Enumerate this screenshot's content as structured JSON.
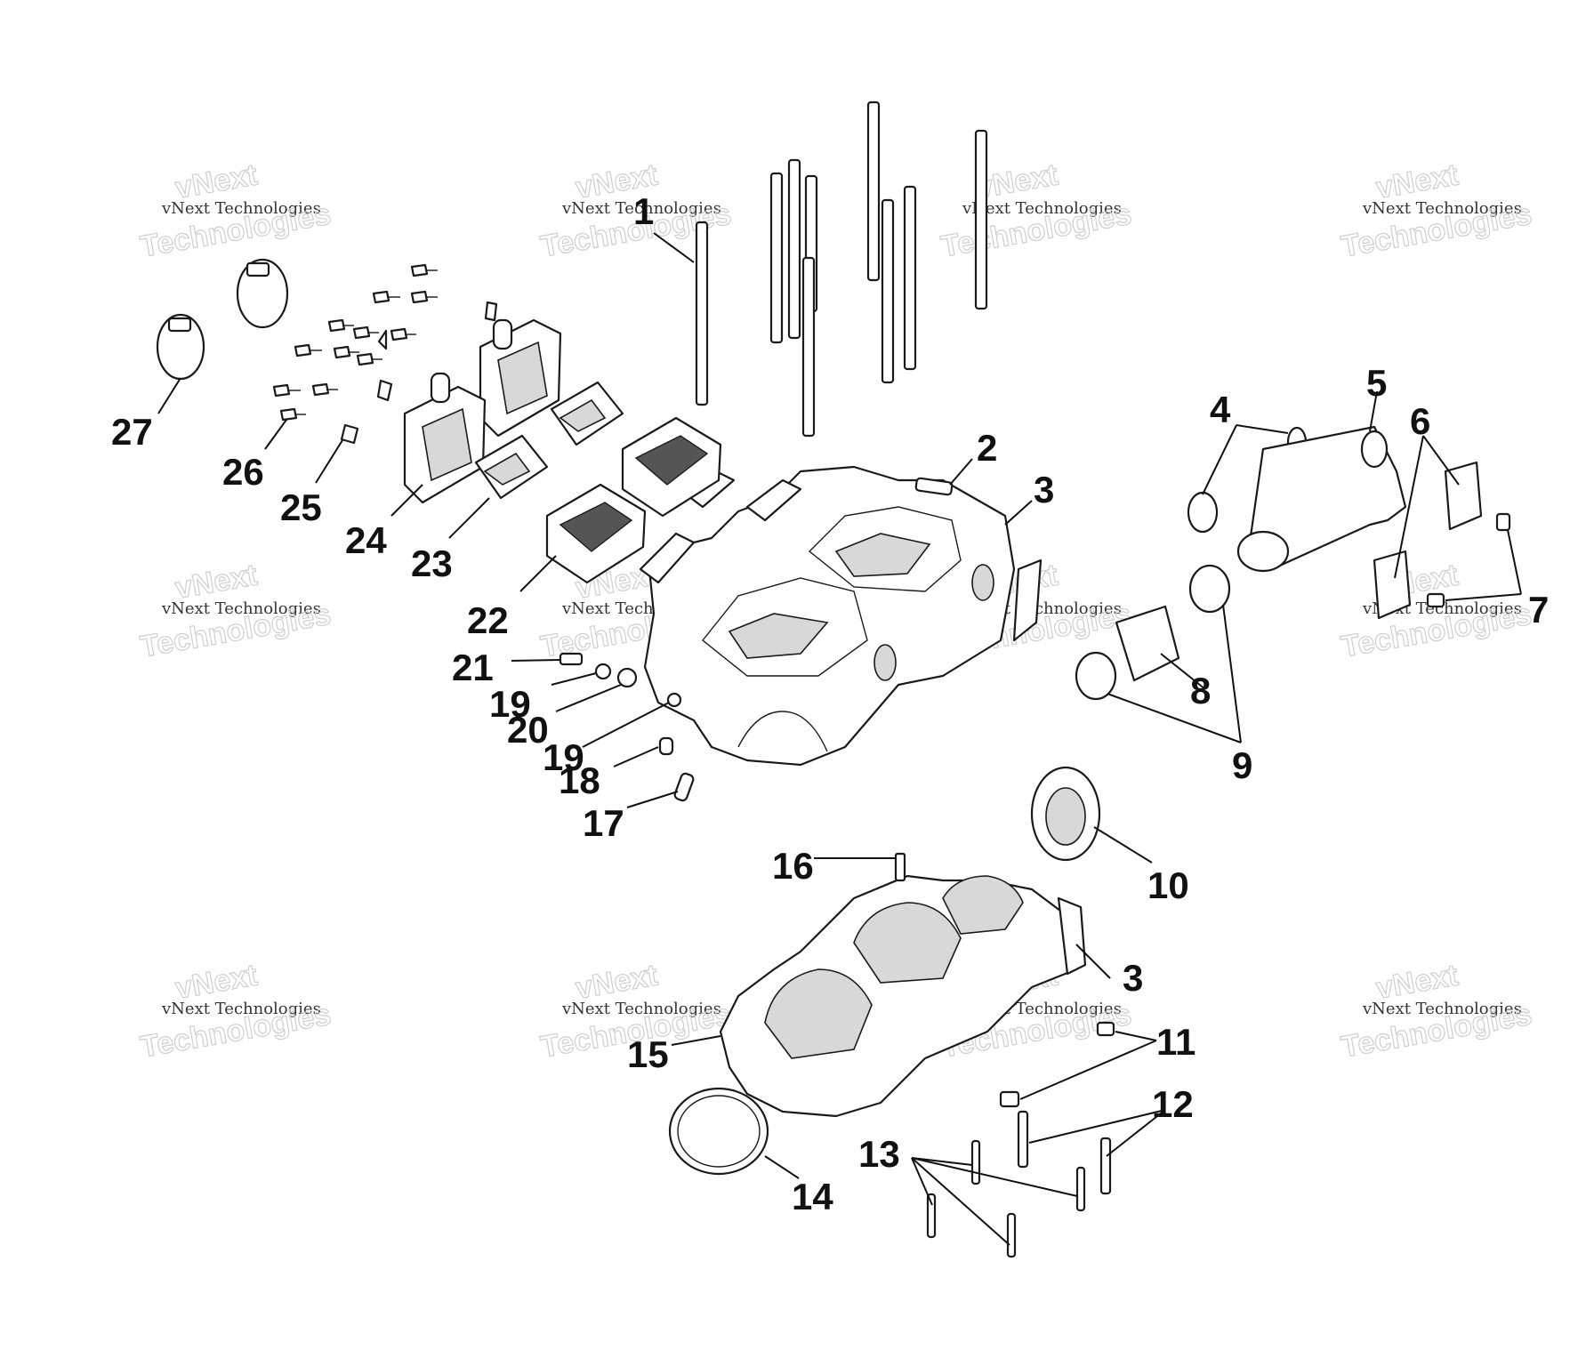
{
  "watermark": {
    "brand_top": "vNext",
    "brand_line": "vNext Technologies",
    "brand_big": "Technologies"
  },
  "callouts": [
    {
      "id": "c1",
      "label": "1"
    },
    {
      "id": "c2",
      "label": "2"
    },
    {
      "id": "c3a",
      "label": "3"
    },
    {
      "id": "c3b",
      "label": "3"
    },
    {
      "id": "c4",
      "label": "4"
    },
    {
      "id": "c5",
      "label": "5"
    },
    {
      "id": "c6",
      "label": "6"
    },
    {
      "id": "c7",
      "label": "7"
    },
    {
      "id": "c8",
      "label": "8"
    },
    {
      "id": "c9",
      "label": "9"
    },
    {
      "id": "c10",
      "label": "10"
    },
    {
      "id": "c11",
      "label": "11"
    },
    {
      "id": "c12",
      "label": "12"
    },
    {
      "id": "c13",
      "label": "13"
    },
    {
      "id": "c14",
      "label": "14"
    },
    {
      "id": "c15",
      "label": "15"
    },
    {
      "id": "c16",
      "label": "16"
    },
    {
      "id": "c17",
      "label": "17"
    },
    {
      "id": "c18",
      "label": "18"
    },
    {
      "id": "c19a",
      "label": "19"
    },
    {
      "id": "c19b",
      "label": "19"
    },
    {
      "id": "c20",
      "label": "20"
    },
    {
      "id": "c21",
      "label": "21"
    },
    {
      "id": "c22",
      "label": "22"
    },
    {
      "id": "c23",
      "label": "23"
    },
    {
      "id": "c24",
      "label": "24"
    },
    {
      "id": "c25",
      "label": "25"
    },
    {
      "id": "c26",
      "label": "26"
    },
    {
      "id": "c27",
      "label": "27"
    }
  ]
}
